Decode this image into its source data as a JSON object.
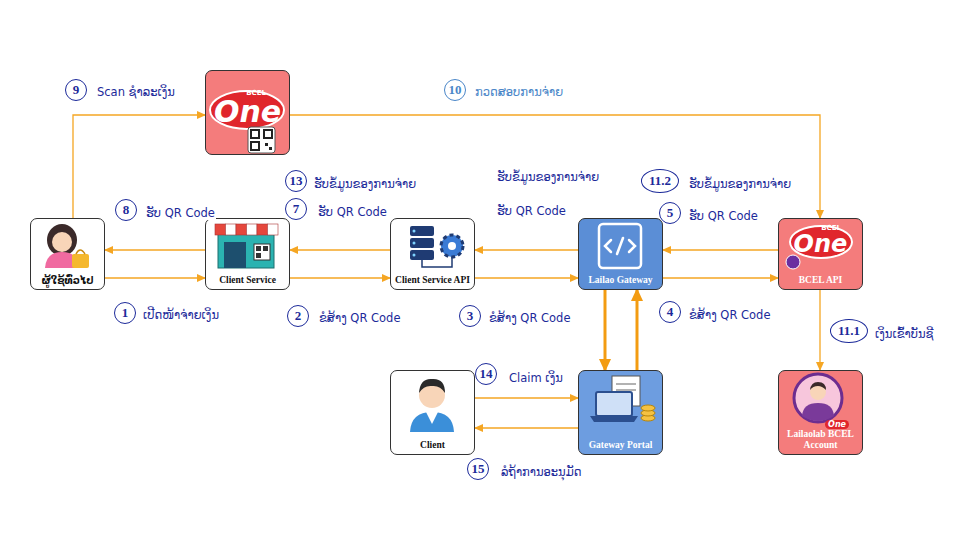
{
  "diagram": {
    "nodes": [
      {
        "text": [
          "BCEL",
          "One"
        ]
      },
      {
        "text": [
          "ຜູ້ໃຊ້ທົ່ວໄປ"
        ]
      },
      {
        "text": [
          "Client Service"
        ]
      },
      {
        "text": [
          "Client Service API"
        ]
      },
      {
        "text": [
          "Lailao Gateway"
        ]
      },
      {
        "text": [
          "BCEL",
          "One",
          "BCEL API"
        ]
      },
      {
        "text": [
          "Client"
        ]
      },
      {
        "text": [
          "Gateway Portal"
        ]
      },
      {
        "text": [
          "One",
          "Lailaolab BCEL Account"
        ]
      }
    ],
    "edges": [
      {
        "from": 1,
        "to": 2,
        "label": "ເປີດໜ້າຈ່າຍເງິນ",
        "arrow": "to"
      },
      {
        "from": 2,
        "to": 1,
        "label": "ຮັບ QR Code",
        "arrow": "to"
      },
      {
        "from": 2,
        "to": 3,
        "label": "ຂໍສ້າງ QR Code",
        "arrow": "to"
      },
      {
        "from": 3,
        "to": 2,
        "label": "ຮັບ QR Code",
        "arrow": "to"
      },
      {
        "from": 3,
        "to": 4,
        "label": "ຂໍສ້າງ QR Code",
        "arrow": "to"
      },
      {
        "from": 4,
        "to": 3,
        "label": "ຮັບ QR Code",
        "arrow": "to"
      },
      {
        "from": 4,
        "to": 5,
        "label": "ຂໍສ້າງ QR Code",
        "arrow": "to"
      },
      {
        "from": 5,
        "to": 4,
        "label": "ຮັບ QR Code",
        "arrow": "to"
      },
      {
        "from": 1,
        "to": 0,
        "label": "Scan ຊຳລະເງິນ",
        "arrow": "to"
      },
      {
        "from": 0,
        "to": 5,
        "label": "ກວດສອບການຈ່າຍ",
        "arrow": "to"
      },
      {
        "from": 5,
        "to": 8,
        "label": "ເງິນເຂົ້າບັນຊີ",
        "arrow": "to"
      },
      {
        "from": 4,
        "to": 7,
        "arrow": "to"
      },
      {
        "from": 7,
        "to": 4,
        "arrow": "to"
      },
      {
        "from": 6,
        "to": 7,
        "label": "Claim ເງິນ",
        "arrow": "to"
      },
      {
        "from": 7,
        "to": 6,
        "label": "ລໍຖ້າການອະນຸມັດ",
        "arrow": "to"
      }
    ],
    "labels": [
      "9",
      "10",
      "ຮັບຂໍ້ມູນຂອງການຈ່າຍ",
      "13",
      "ຮັບຂໍ້ມູນຂອງການຈ່າຍ",
      "11.2",
      "ຮັບຂໍ້ມູນຂອງການຈ່າຍ",
      "8",
      "7",
      "5",
      "1",
      "2",
      "3",
      "4",
      "11.1",
      "14",
      "15"
    ]
  }
}
